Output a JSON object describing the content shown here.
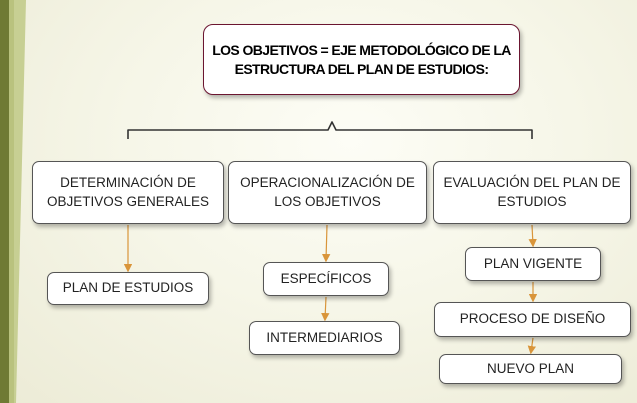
{
  "title": "LOS OBJETIVOS = EJE METODOLÓGICO DE LA ESTRUCTURA DEL PLAN DE ESTUDIOS:",
  "columns": [
    {
      "label": "DETERMINACIÓN DE OBJETIVOS GENERALES",
      "items": [
        "PLAN DE ESTUDIOS"
      ]
    },
    {
      "label": "OPERACIONALIZACIÓN DE LOS OBJETIVOS",
      "items": [
        "ESPECÍFICOS",
        "INTERMEDIARIOS"
      ]
    },
    {
      "label": "EVALUACIÓN DEL PLAN DE ESTUDIOS",
      "items": [
        "PLAN VIGENTE",
        "PROCESO DE DISEÑO",
        "NUEVO PLAN"
      ]
    }
  ],
  "colors": {
    "title_border": "#6b1530",
    "connector": "#d9953a",
    "brace": "#333333",
    "stripe_dark": "#6f7a34",
    "stripe_light": "#b9c27e"
  }
}
